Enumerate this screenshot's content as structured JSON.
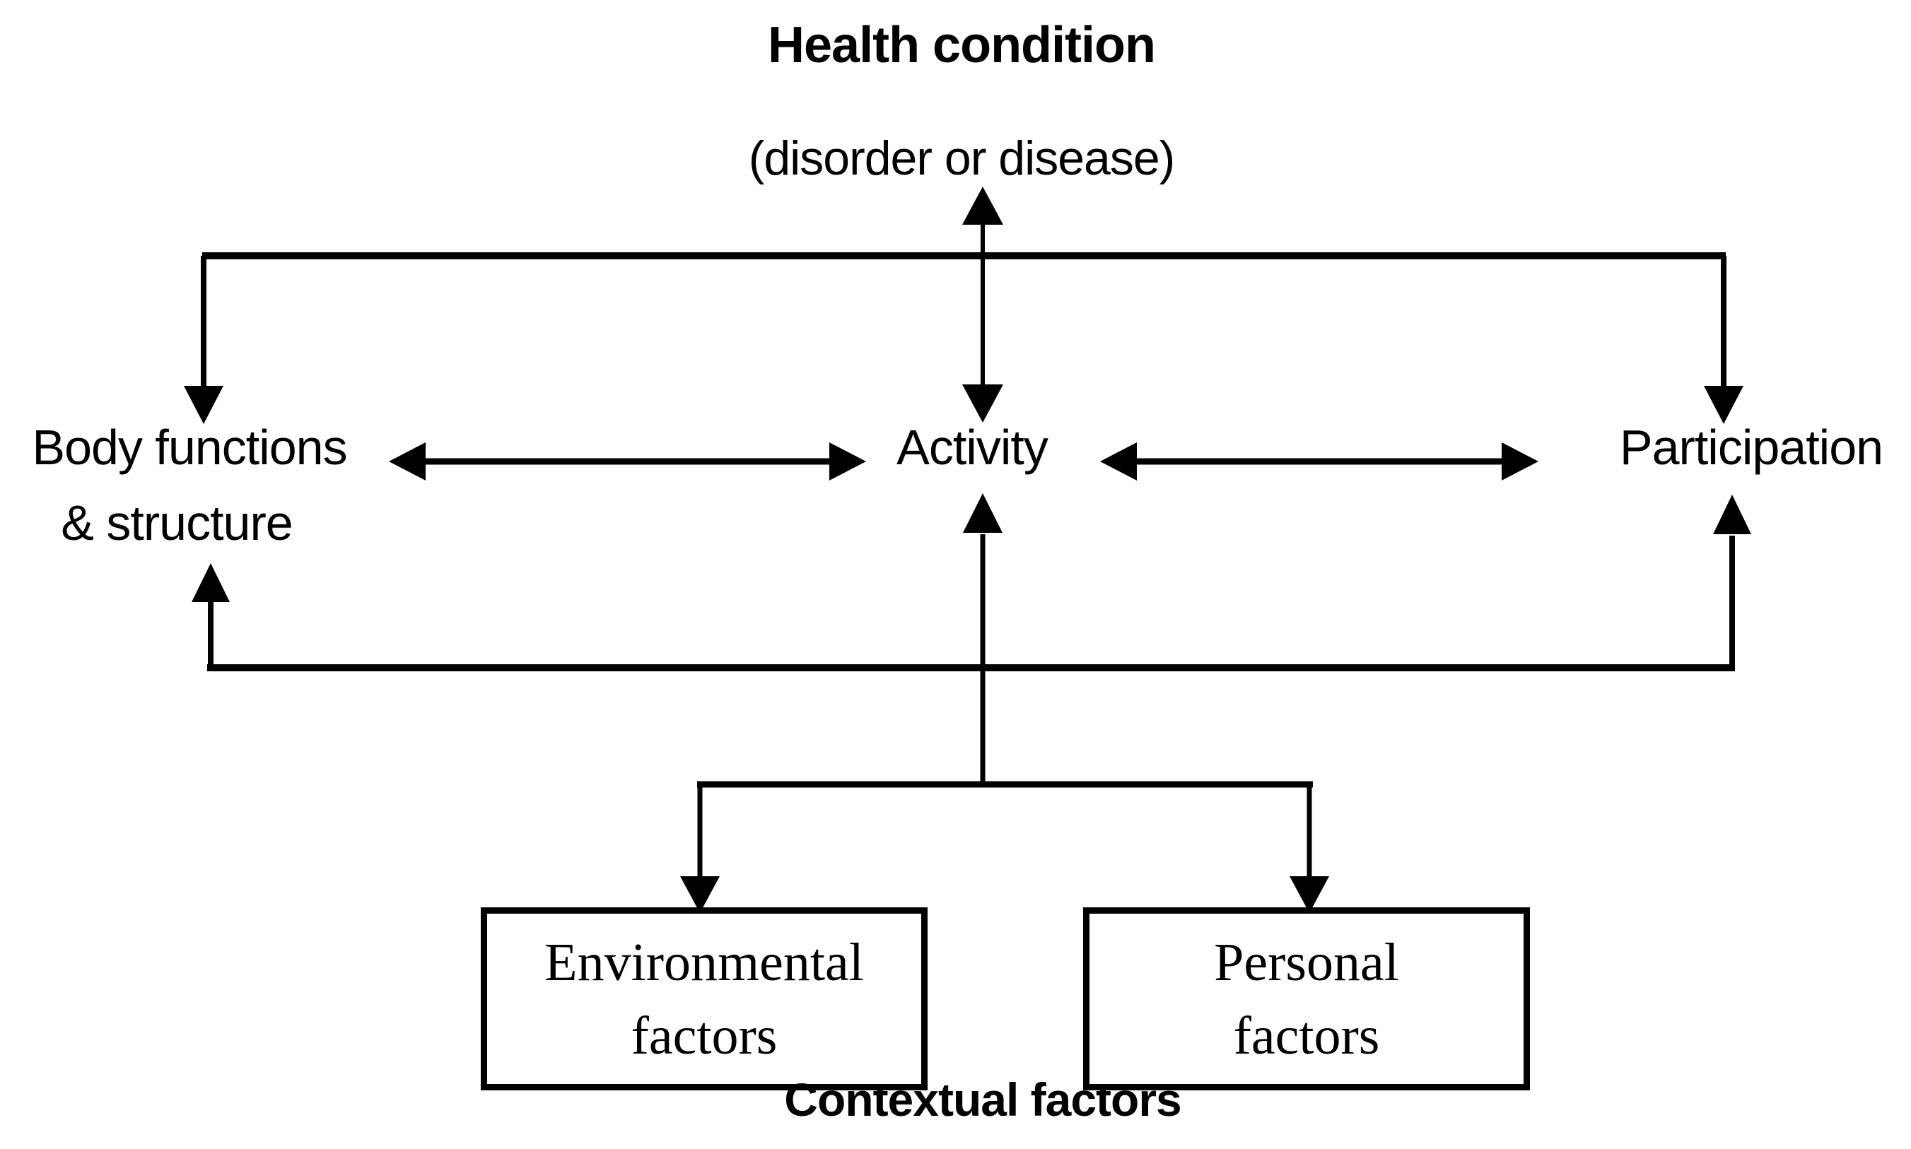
{
  "page": {
    "background_color": "#ffffff",
    "ink_color": "#000000"
  },
  "diagram": {
    "health_condition": {
      "title": "Health condition",
      "subtitle": "(disorder or disease)"
    },
    "body_functions": {
      "line1": "Body functions",
      "line2": "& structure"
    },
    "activity": {
      "label": "Activity"
    },
    "participation": {
      "label": "Participation"
    },
    "environmental_factors": {
      "line1": "Environmental",
      "line2": "factors"
    },
    "personal_factors": {
      "line1": "Personal",
      "line2": "factors"
    },
    "contextual_factors": {
      "label": "Contextual factors"
    },
    "relationships": [
      {
        "between": [
          "health_condition",
          "activity"
        ],
        "direction": "bidirectional"
      },
      {
        "between": [
          "health_condition",
          "body_functions"
        ],
        "direction": "to_body_functions"
      },
      {
        "between": [
          "health_condition",
          "participation"
        ],
        "direction": "to_participation"
      },
      {
        "between": [
          "body_functions",
          "activity"
        ],
        "direction": "bidirectional"
      },
      {
        "between": [
          "activity",
          "participation"
        ],
        "direction": "bidirectional"
      },
      {
        "between": [
          "contextual_factors",
          "body_functions"
        ],
        "direction": "upward"
      },
      {
        "between": [
          "contextual_factors",
          "activity"
        ],
        "direction": "upward"
      },
      {
        "between": [
          "contextual_factors",
          "participation"
        ],
        "direction": "upward"
      },
      {
        "between": [
          "contextual_factors",
          "environmental_factors"
        ],
        "direction": "downward"
      },
      {
        "between": [
          "contextual_factors",
          "personal_factors"
        ],
        "direction": "downward"
      }
    ]
  }
}
